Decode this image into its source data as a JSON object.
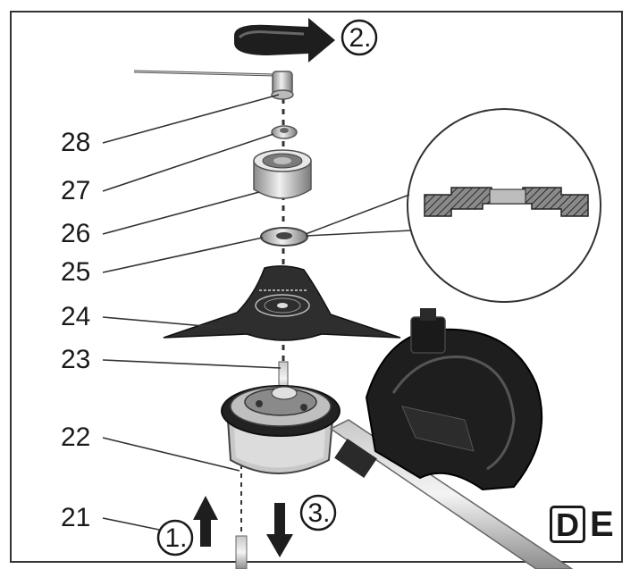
{
  "part_numbers": [
    "28",
    "27",
    "26",
    "25",
    "24",
    "23",
    "22",
    "21"
  ],
  "steps": {
    "step1": "1.",
    "step2": "2.",
    "step3": "3."
  },
  "language_badge": {
    "boxed_letter": "D",
    "rest": "E"
  },
  "colors": {
    "ink": "#1a1a1a",
    "metal_light": "#d9d9d9",
    "metal_mid": "#9a9a9a",
    "metal_dark": "#4a4a4a",
    "blade": "#2e2e2e",
    "guard": "#1e1e1e"
  }
}
